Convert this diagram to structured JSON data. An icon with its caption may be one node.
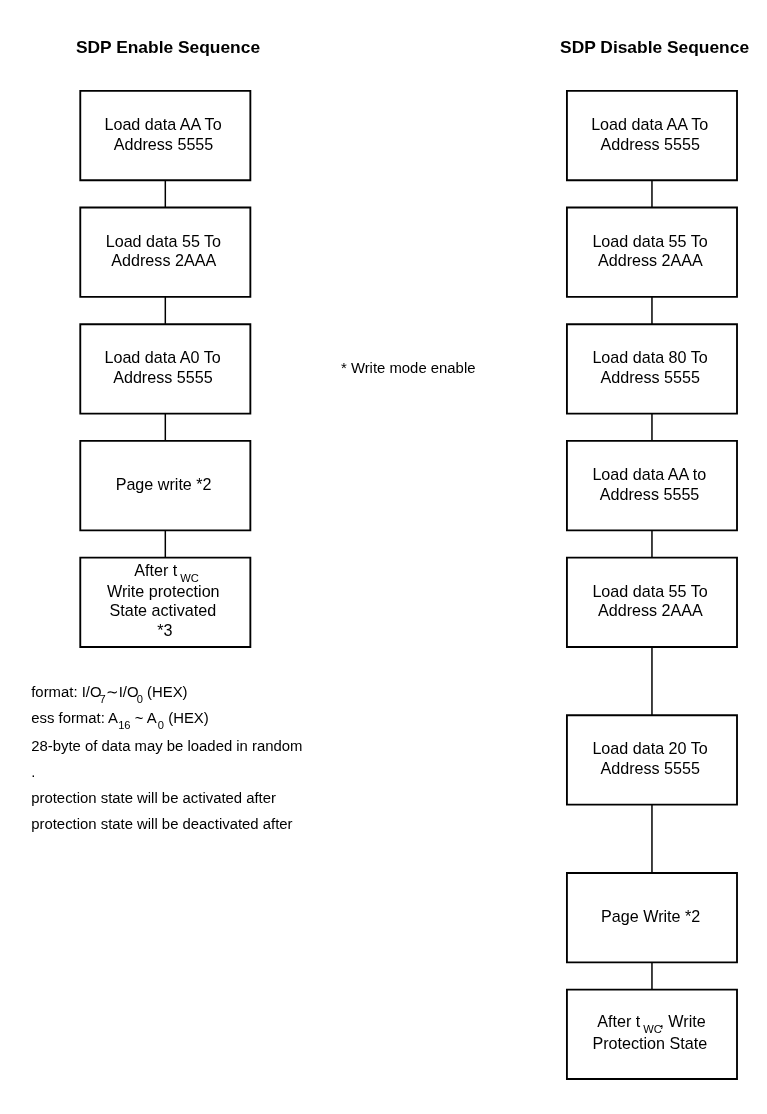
{
  "diagram": {
    "nodes": [
      {
        "text": [
          "Load data AA To Address 5555"
        ]
      },
      {
        "text": [
          "Load data 55 To Address 2AAA"
        ]
      },
      {
        "text": [
          "Load data A0 To Address 5555"
        ]
      },
      {
        "text": [
          "Page write *2"
        ]
      },
      {
        "text": [
          "After t$_{WC}$ Write protection State activated *3"
        ]
      },
      {
        "text": [
          "Load data AA To Address 5555"
        ]
      },
      {
        "text": [
          "Load data 55 To Address 2AAA"
        ]
      },
      {
        "text": [
          "Load data 80 To Address 5555"
        ]
      },
      {
        "text": [
          "Load data AA to Address 5555"
        ]
      },
      {
        "text": [
          "Load data 55 To Address 2AAA"
        ]
      },
      {
        "text": [
          "Load data 20 To Address 5555"
        ]
      },
      {
        "text": [
          "Page Write *2"
        ]
      },
      {
        "text": [
          "After t$_{WC}$, Write Protection State"
        ]
      }
    ],
    "edges": [
      {
        "from": 0,
        "to": 1,
        "arrow": "none"
      },
      {
        "from": 1,
        "to": 2,
        "arrow": "none"
      },
      {
        "from": 2,
        "to": 3,
        "arrow": "none"
      },
      {
        "from": 3,
        "to": 4,
        "arrow": "none"
      },
      {
        "from": 5,
        "to": 6,
        "arrow": "none"
      },
      {
        "from": 6,
        "to": 7,
        "arrow": "none"
      },
      {
        "from": 7,
        "to": 8,
        "arrow": "none"
      },
      {
        "from": 8,
        "to": 9,
        "arrow": "none"
      },
      {
        "from": 9,
        "to": 10,
        "arrow": "none"
      },
      {
        "from": 10,
        "to": 11,
        "arrow": "none"
      },
      {
        "from": 11,
        "to": 12,
        "arrow": "none"
      }
    ],
    "labels": [
      "SDP Enable Sequence",
      "SDP Disable Sequence",
      "* Write mode enable",
      "format: I/O$_{7}$∼I/O$_{0}$ (HEX)",
      "ess format: A$_{16}$ ~ A$_{0}$ (HEX)",
      "28-byte of data may be loaded in random",
      ".",
      "protection state will be activated after",
      "protection state will be deactivated after"
    ]
  }
}
